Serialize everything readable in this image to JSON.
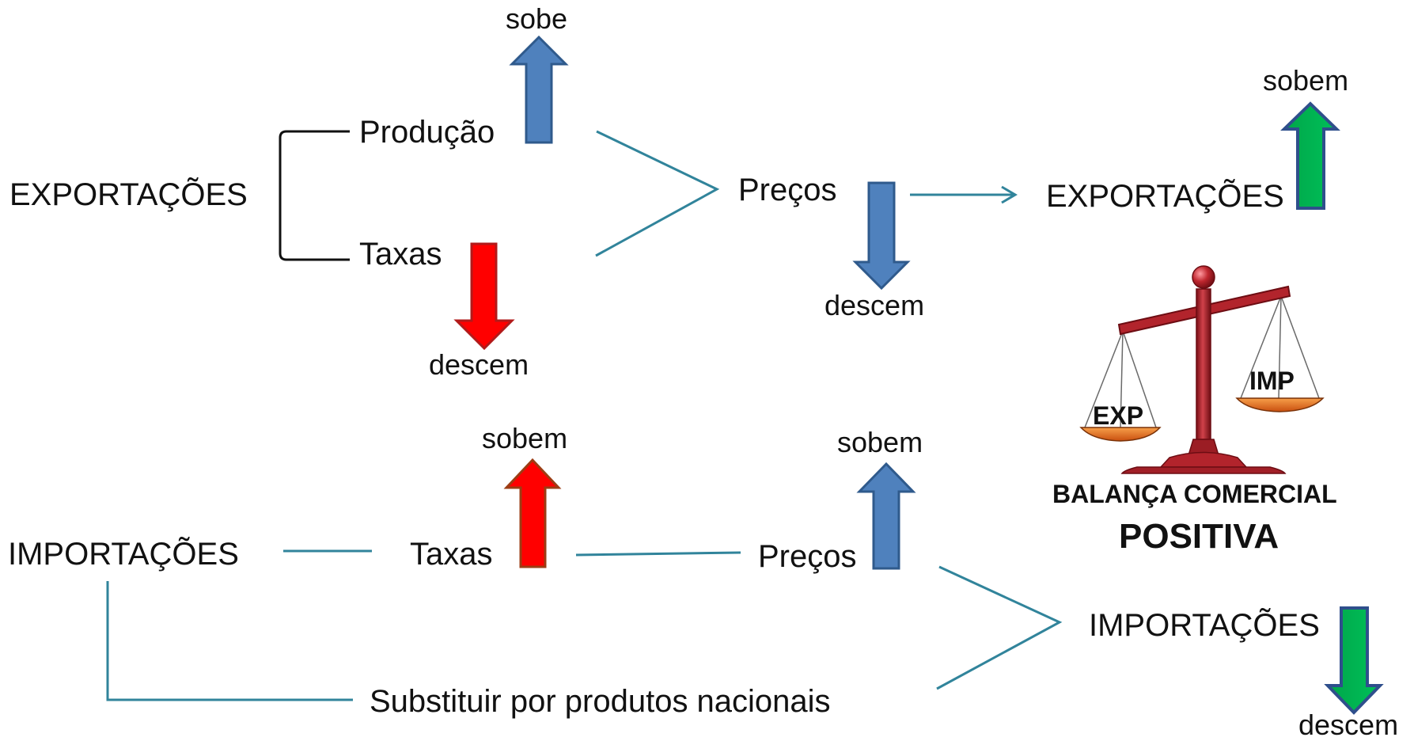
{
  "exports_section": {
    "main_label": "EXPORTAÇÕES",
    "producao_label": "Produção",
    "producao_trend": "sobe",
    "taxas_label": "Taxas",
    "taxas_trend": "descem",
    "precos_label": "Preços",
    "precos_trend": "descem",
    "result_label": "EXPORTAÇÕES",
    "result_trend": "sobem"
  },
  "imports_section": {
    "main_label": "IMPORTAÇÕES",
    "taxas_label": "Taxas",
    "taxas_trend": "sobem",
    "precos_label": "Preços",
    "precos_trend": "sobem",
    "substitute_label": "Substituir por produtos nacionais",
    "result_label": "IMPORTAÇÕES",
    "result_trend": "descem"
  },
  "balance": {
    "left_pan_label": "EXP",
    "right_pan_label": "IMP",
    "title": "BALANÇA COMERCIAL",
    "status": "POSITIVA"
  },
  "colors": {
    "connector": "#31849b",
    "arrow_blue": "#4f81bd",
    "arrow_red": "#ff0000",
    "arrow_green": "#00b050",
    "scale_red": "#b2242c",
    "pan_orange": "#e8731f"
  }
}
